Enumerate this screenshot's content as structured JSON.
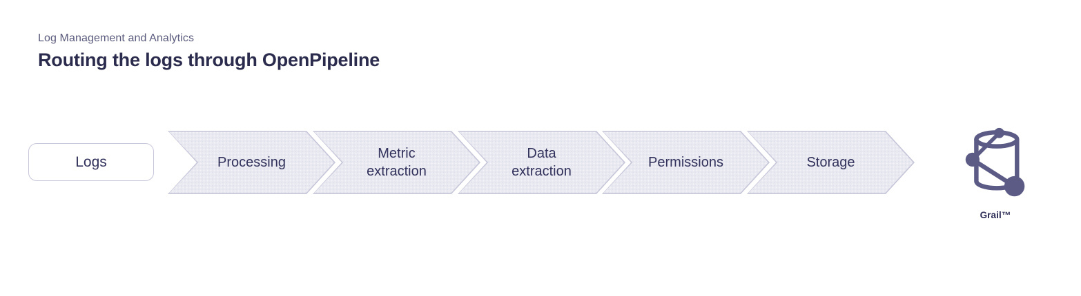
{
  "header": {
    "eyebrow": "Log Management and Analytics",
    "title": "Routing the logs through OpenPipeline"
  },
  "pipeline": {
    "source": {
      "label": "Logs"
    },
    "stages": [
      {
        "label": "Processing"
      },
      {
        "label": "Metric extraction"
      },
      {
        "label": "Data extraction"
      },
      {
        "label": "Permissions"
      },
      {
        "label": "Storage"
      }
    ],
    "destination": {
      "label": "Grail™",
      "icon": "grail-database-network-icon"
    }
  },
  "colors": {
    "chevron_fill": "#e9e9f1",
    "chevron_border": "#c6c6d9",
    "box_border": "#c7c7da",
    "stage_text": "#31315b",
    "eyebrow_text": "#5a5a7d",
    "title_text": "#2b2b4d",
    "grail_icon": "#5b5b86",
    "grail_label": "#2a2a52",
    "canvas_bg": "#ffffff"
  }
}
